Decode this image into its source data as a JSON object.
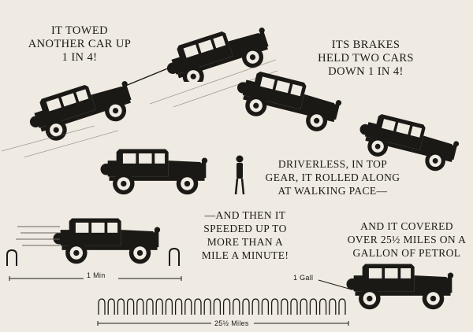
{
  "captions": {
    "towed": "IT TOWED\nANOTHER CAR UP\n1 IN 4!",
    "brakes": "ITS BRAKES\nHELD TWO CARS\nDOWN 1 IN 4!",
    "driverless": "DRIVERLESS, IN TOP\nGEAR, IT ROLLED ALONG\nAT WALKING PACE—",
    "speeded": "—AND THEN IT\nSPEEDED UP TO\nMORE THAN A\nMILE A MINUTE!",
    "covered": "AND IT COVERED\nOVER 25½ MILES ON A\nGALLON OF PETROL"
  },
  "labels": {
    "one_min": "1 Min",
    "one_gall": "1 Gall",
    "miles": "25½ Miles"
  }
}
